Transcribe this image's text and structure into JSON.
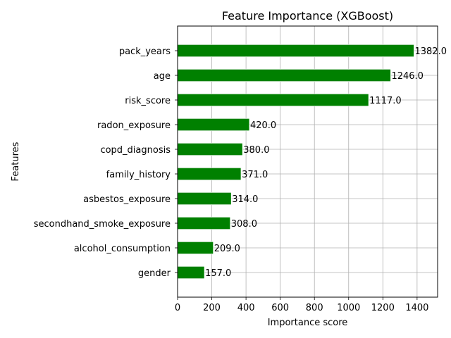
{
  "chart_data": {
    "type": "bar",
    "orientation": "horizontal",
    "title": "Feature Importance (XGBoost)",
    "xlabel": "Importance score",
    "ylabel": "Features",
    "xlim": [
      0,
      1520
    ],
    "xticks": [
      0,
      200,
      400,
      600,
      800,
      1000,
      1200,
      1400
    ],
    "grid": true,
    "bar_color": "#008000",
    "categories": [
      "pack_years",
      "age",
      "risk_score",
      "radon_exposure",
      "copd_diagnosis",
      "family_history",
      "asbestos_exposure",
      "secondhand_smoke_exposure",
      "alcohol_consumption",
      "gender"
    ],
    "values": [
      1382,
      1246,
      1117,
      420,
      380,
      371,
      314,
      308,
      209,
      157
    ],
    "value_labels": [
      "1382.0",
      "1246.0",
      "1117.0",
      "420.0",
      "380.0",
      "371.0",
      "314.0",
      "308.0",
      "209.0",
      "157.0"
    ]
  }
}
